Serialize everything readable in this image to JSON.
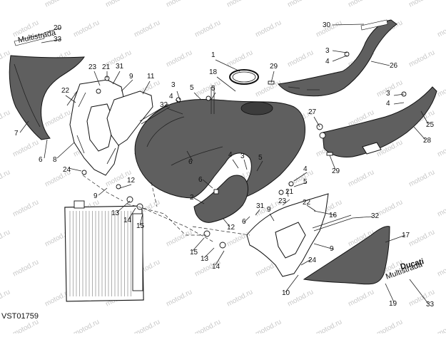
{
  "diagram": {
    "reference_code": "VST01759",
    "watermark_text": "motod.ru",
    "decal_texts": [
      "Multistrada",
      "Ducati"
    ],
    "callouts": [
      "20",
      "33",
      "30",
      "3",
      "4",
      "26",
      "1",
      "18",
      "29",
      "23",
      "21",
      "31",
      "9",
      "11",
      "22",
      "7",
      "6",
      "8",
      "24",
      "12",
      "13",
      "14",
      "15",
      "5",
      "32",
      "27",
      "25",
      "28",
      "2",
      "10",
      "16",
      "17",
      "19"
    ]
  },
  "colors": {
    "part_fill": "#5f5f5f",
    "line": "#111111",
    "watermark": "#c8c8c8"
  }
}
